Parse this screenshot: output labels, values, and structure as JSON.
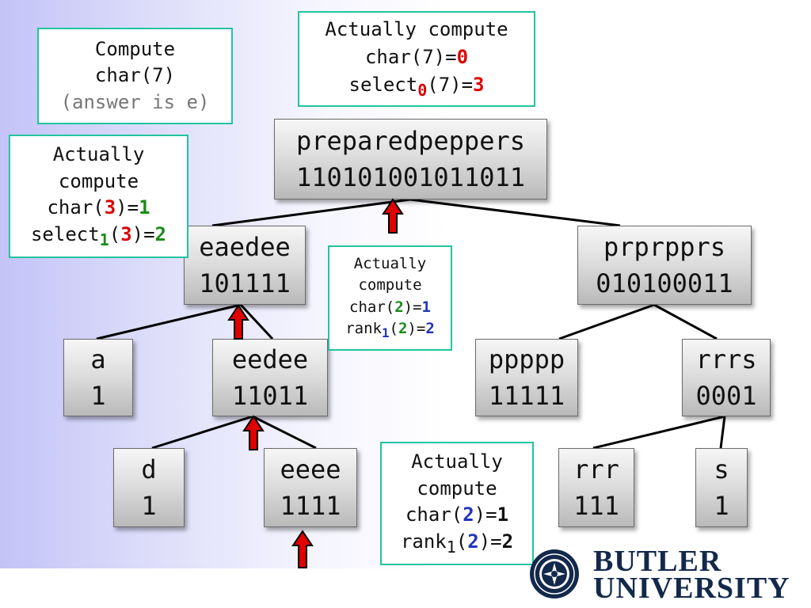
{
  "notes": {
    "top_left": {
      "line1": "Compute",
      "line2": "char(7)",
      "line3": "(answer is e)"
    },
    "top_center": {
      "line1": "Actually compute",
      "char_prefix": "char(7)=",
      "char_value": "0",
      "sel_prefix": "select",
      "sel_sub": "0",
      "sel_mid": "(7)=",
      "sel_value": "3"
    },
    "left": {
      "line1": "Actually",
      "line2": "compute",
      "char_prefix": "char(",
      "char_arg": "3",
      "char_eq": ")=",
      "char_value": "1",
      "sel_prefix": "select",
      "sel_sub": "1",
      "sel_open": "(",
      "sel_arg": "3",
      "sel_eq": ")=",
      "sel_value": "2"
    },
    "middle": {
      "line1": "Actually",
      "line2": "compute",
      "char_prefix": "char(",
      "char_arg": "2",
      "char_eq": ")=",
      "char_value": "1",
      "rank_prefix": "rank",
      "rank_sub": "1",
      "rank_open": "(",
      "rank_arg": "2",
      "rank_eq": ")=",
      "rank_value": "2"
    },
    "bottom": {
      "line1": "Actually",
      "line2": "compute",
      "char_prefix": "char(",
      "char_arg": "2",
      "char_eq": ")=",
      "char_value": "1",
      "rank_prefix": "rank",
      "rank_sub": "1",
      "rank_open": "(",
      "rank_arg": "2",
      "rank_eq": ")=",
      "rank_value": "2"
    }
  },
  "nodes": {
    "root": {
      "label": "preparedpeppers",
      "bits": "110101001011011"
    },
    "eaedee": {
      "label": "eaedee",
      "bits": "101111"
    },
    "prprpprs": {
      "label": "prprpprs",
      "bits": "010100011"
    },
    "a": {
      "label": "a",
      "bits": "1"
    },
    "eedee": {
      "label": "eedee",
      "bits": "11011"
    },
    "ppppp": {
      "label": "ppppp",
      "bits": "11111"
    },
    "rrrs": {
      "label": "rrrs",
      "bits": "0001"
    },
    "d": {
      "label": "d",
      "bits": "1"
    },
    "eeee": {
      "label": "eeee",
      "bits": "1111"
    },
    "rrr": {
      "label": "rrr",
      "bits": "111"
    },
    "s": {
      "label": "s",
      "bits": "1"
    }
  },
  "logo": {
    "line1": "BUTLER",
    "line2": "UNIVERSITY"
  },
  "colors": {
    "note_border": "#22c4a0",
    "red": "#dd0000",
    "green": "#1a8a1a",
    "blue": "#2233bb",
    "logo": "#13294b"
  }
}
